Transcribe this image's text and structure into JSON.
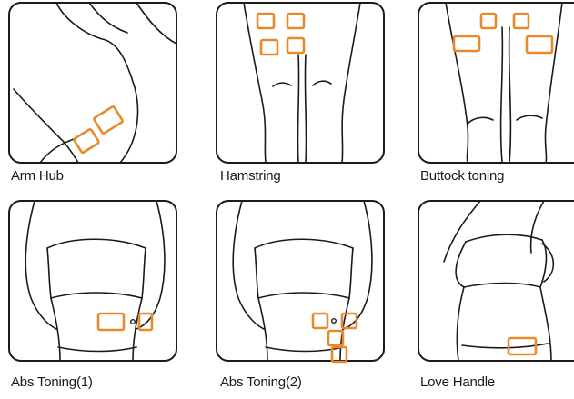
{
  "colors": {
    "pad": "#e8892b",
    "outline": "#1a1a1a"
  },
  "panels": [
    {
      "caption": "Arm Hub"
    },
    {
      "caption": "Hamstring"
    },
    {
      "caption": "Buttock toning"
    },
    {
      "caption": "Abs Toning(1)"
    },
    {
      "caption": "Abs Toning(2)"
    },
    {
      "caption": "Love Handle"
    }
  ]
}
